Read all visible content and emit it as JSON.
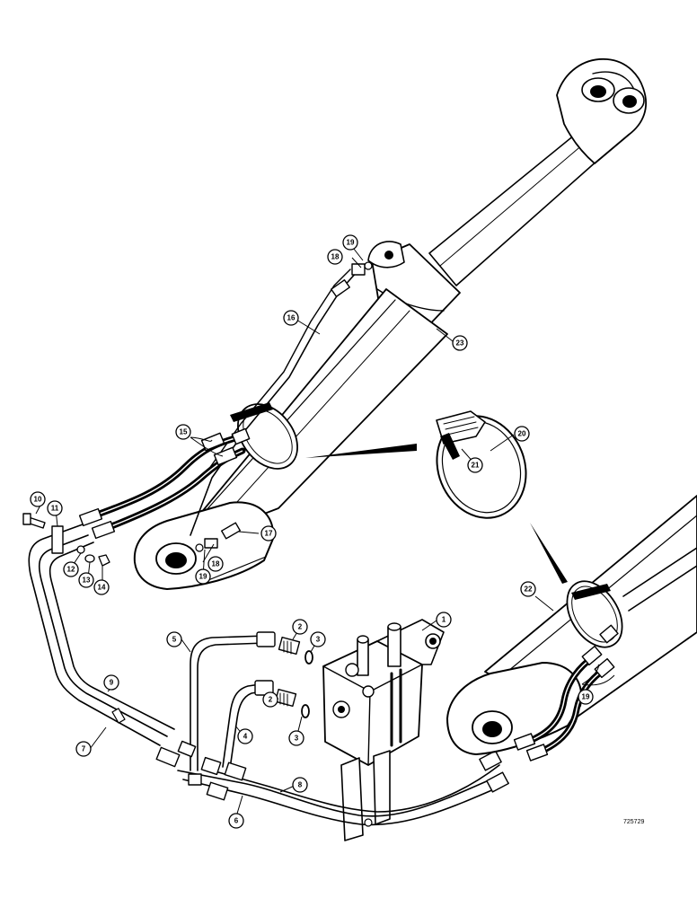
{
  "drawing_number": "725729",
  "callouts": [
    {
      "id": "c1",
      "label": "1"
    },
    {
      "id": "c2a",
      "label": "2"
    },
    {
      "id": "c2b",
      "label": "2"
    },
    {
      "id": "c3a",
      "label": "3"
    },
    {
      "id": "c3b",
      "label": "3"
    },
    {
      "id": "c4",
      "label": "4"
    },
    {
      "id": "c5",
      "label": "5"
    },
    {
      "id": "c6",
      "label": "6"
    },
    {
      "id": "c7",
      "label": "7"
    },
    {
      "id": "c8",
      "label": "8"
    },
    {
      "id": "c9",
      "label": "9"
    },
    {
      "id": "c10",
      "label": "10"
    },
    {
      "id": "c11",
      "label": "11"
    },
    {
      "id": "c12",
      "label": "12"
    },
    {
      "id": "c13",
      "label": "13"
    },
    {
      "id": "c14",
      "label": "14"
    },
    {
      "id": "c15",
      "label": "15"
    },
    {
      "id": "c16",
      "label": "16"
    },
    {
      "id": "c17",
      "label": "17"
    },
    {
      "id": "c18a",
      "label": "18"
    },
    {
      "id": "c18b",
      "label": "18"
    },
    {
      "id": "c19a",
      "label": "19"
    },
    {
      "id": "c19b",
      "label": "19"
    },
    {
      "id": "c19c",
      "label": "19"
    },
    {
      "id": "c20",
      "label": "20"
    },
    {
      "id": "c21",
      "label": "21"
    },
    {
      "id": "c22",
      "label": "22"
    },
    {
      "id": "c23",
      "label": "23"
    }
  ]
}
